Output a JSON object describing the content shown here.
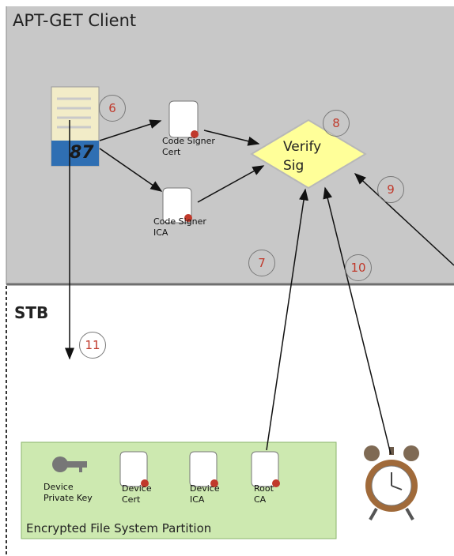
{
  "regions": {
    "client_title": "APT-GET Client",
    "stb_title": "STB",
    "partition_label": "Encrypted File System Partition"
  },
  "nodes": {
    "verify": "Verify\nSig",
    "code_signer_cert": "Code Signer\nCert",
    "code_signer_ica": "Code Signer\nICA",
    "device_private_key": "Device\nPrivate Key",
    "device_cert": "Device\nCert",
    "device_ica": "Device\nICA",
    "root_ca": "Root\nCA",
    "package_number": "87"
  },
  "steps": [
    "6",
    "7",
    "8",
    "9",
    "10",
    "11"
  ],
  "colors": {
    "client_region": "#c8c8c8",
    "divider": "#6f6f6f",
    "diamond_fill": "#ffff99",
    "partition_fill": "#cde9b0",
    "badge_text": "#c0392b",
    "package_blue": "#2f6fb3",
    "package_paper": "#f2ecc8"
  },
  "icons": [
    "document-icon",
    "certificate-icon",
    "key-icon",
    "alarm-clock-icon"
  ]
}
